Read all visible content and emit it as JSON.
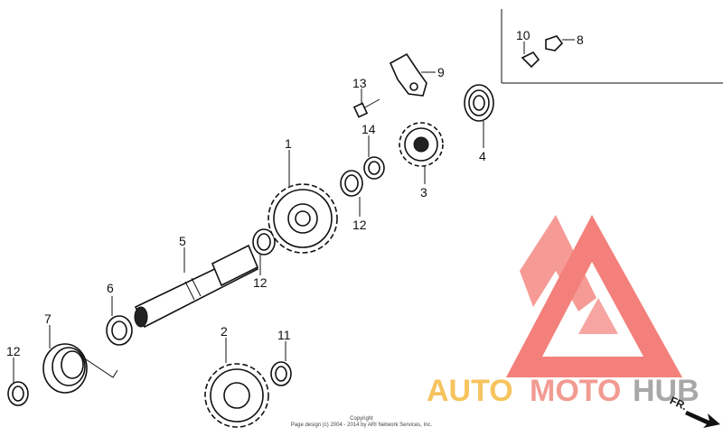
{
  "parts": [
    {
      "id": "gear-1",
      "label": "1"
    },
    {
      "id": "gear-2",
      "label": "2"
    },
    {
      "id": "ratchet-3",
      "label": "3"
    },
    {
      "id": "spring-4",
      "label": "4"
    },
    {
      "id": "shaft-5",
      "label": "5"
    },
    {
      "id": "collar-6",
      "label": "6"
    },
    {
      "id": "spring-7",
      "label": "7"
    },
    {
      "id": "plate-8",
      "label": "8"
    },
    {
      "id": "guide-9",
      "label": "9"
    },
    {
      "id": "plate-10",
      "label": "10"
    },
    {
      "id": "washer-11",
      "label": "11"
    },
    {
      "id": "washer-12a",
      "label": "12"
    },
    {
      "id": "washer-12b",
      "label": "12"
    },
    {
      "id": "washer-12c",
      "label": "12"
    },
    {
      "id": "bolt-13",
      "label": "13"
    },
    {
      "id": "clip-14",
      "label": "14"
    }
  ],
  "copyright": {
    "line1": "Copyright",
    "line2": "Page design (c) 2004 - 2014 by ARI Network Services, Inc."
  },
  "watermark": {
    "auto": "AUTO",
    "moto": "MOTO",
    "hub": "HUB",
    "colors": {
      "triangle": "#f26a64",
      "auto": "#f5b942",
      "moto": "#f08a80",
      "hub": "#9a9a9a"
    }
  },
  "direction": {
    "text": "FR."
  }
}
